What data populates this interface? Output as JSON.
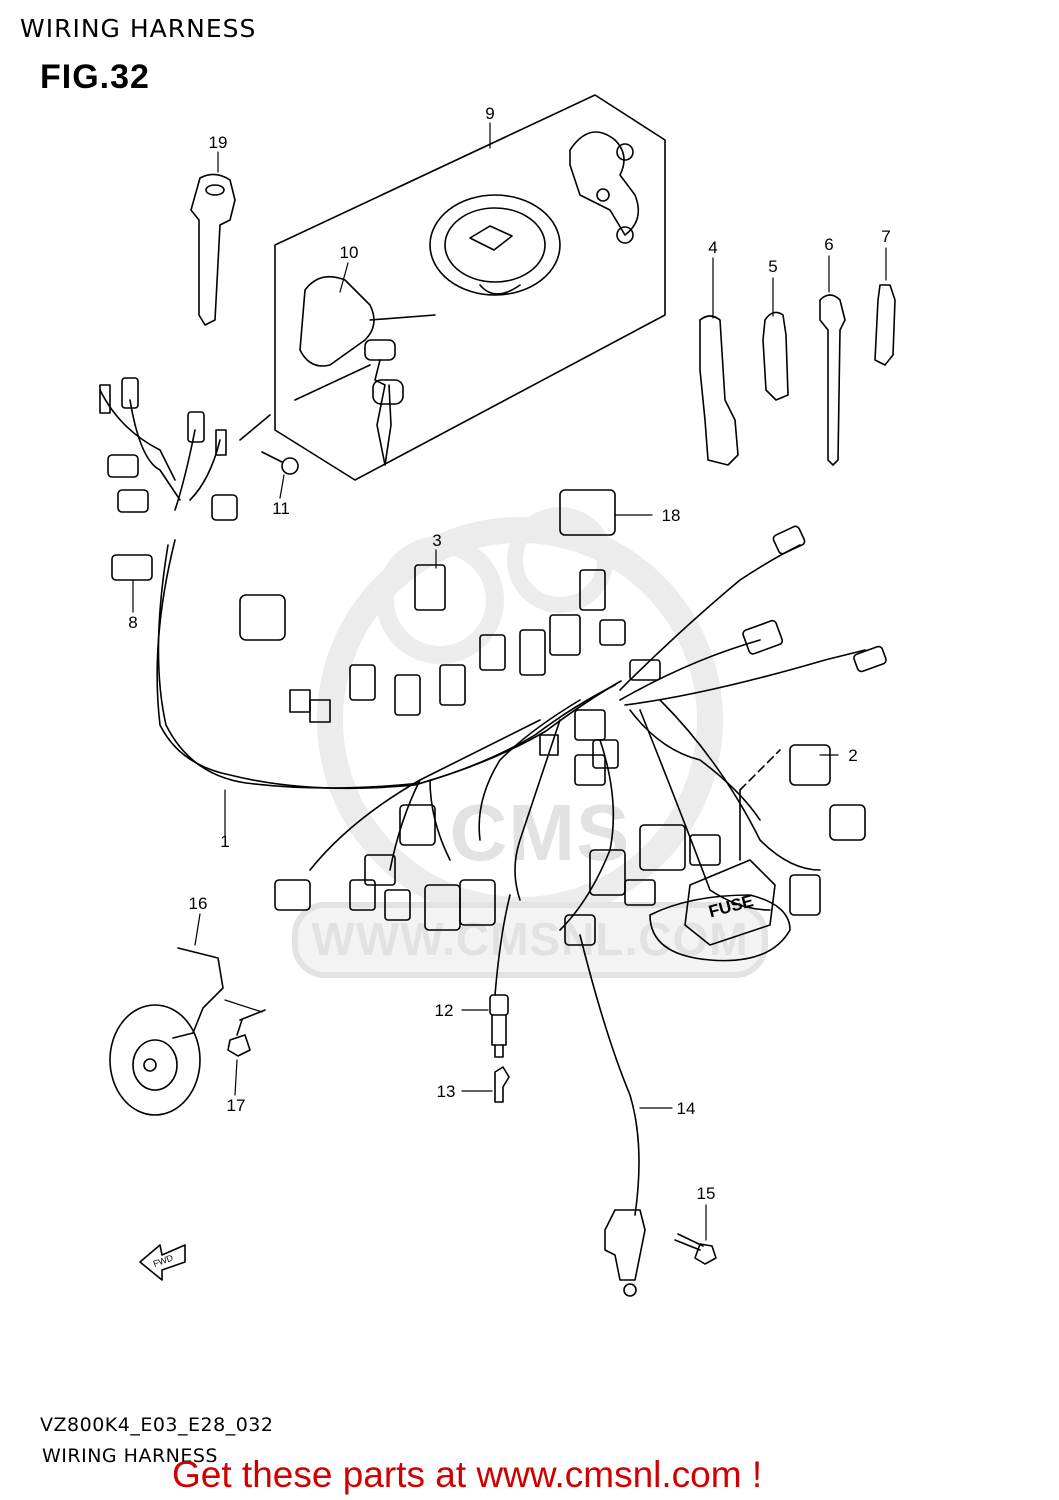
{
  "header": {
    "title": "WIRING HARNESS",
    "figure": "FIG.32"
  },
  "watermark": {
    "text": "WWW.CMSNL.COM",
    "logo_text": "CMS"
  },
  "diagram": {
    "fuse_label": "FUSE",
    "fwd_label": "FWD",
    "callouts": [
      "1",
      "2",
      "3",
      "4",
      "5",
      "6",
      "7",
      "8",
      "9",
      "10",
      "11",
      "12",
      "13",
      "14",
      "15",
      "16",
      "17",
      "18",
      "19"
    ]
  },
  "footer": {
    "model_code": "VZ800K4_E03_E28_032",
    "title": "WIRING HARNESS",
    "cta": "Get these parts at www.cmsnl.com !"
  },
  "colors": {
    "cta": "#d10000",
    "line": "#000000",
    "watermark": "#e2e2e2"
  }
}
